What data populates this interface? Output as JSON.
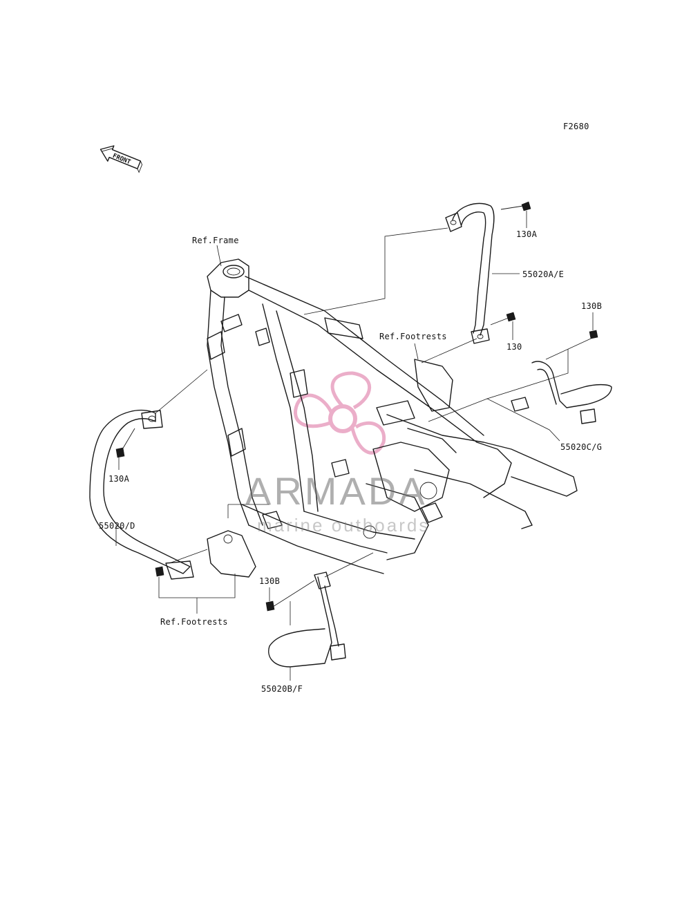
{
  "figure_code": "F2680",
  "front_arrow": "FRONT",
  "labels": {
    "ref_frame": "Ref.Frame",
    "ref_footrests_top": "Ref.Footrests",
    "ref_footrests_bottom": "Ref.Footrests",
    "p_130a_top": "130A",
    "p_130a_left": "130A",
    "p_130": "130",
    "p_130b_right": "130B",
    "p_130b_bottom": "130B",
    "p_55020ae": "55020A/E",
    "p_55020cg": "55020C/G",
    "p_55020d": "55020/D",
    "p_55020bf": "55020B/F"
  },
  "watermark": {
    "title": "ARMADA",
    "subtitle": "marine outboards",
    "color": "#e8a0c0"
  }
}
